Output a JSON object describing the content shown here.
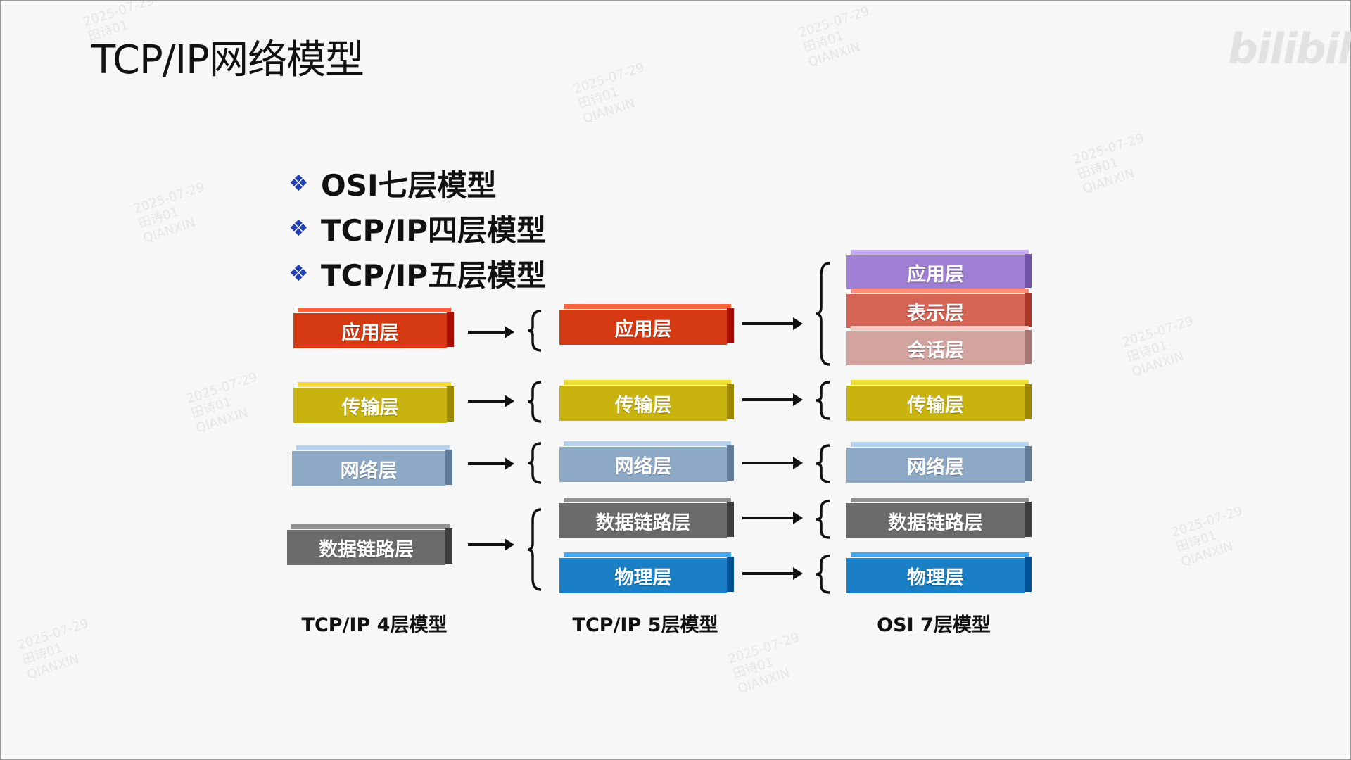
{
  "slide": {
    "title": "TCP/IP网络模型",
    "logo": "bilibili"
  },
  "bullets": [
    {
      "icon": "❖",
      "text": "OSI七层模型"
    },
    {
      "icon": "❖",
      "text": "TCP/IP四层模型"
    },
    {
      "icon": "❖",
      "text": "TCP/IP五层模型"
    }
  ],
  "columns": {
    "tcp4": {
      "label": "TCP/IP 4层模型",
      "layers": [
        "应用层",
        "传输层",
        "网络层",
        "数据链路层"
      ]
    },
    "tcp5": {
      "label": "TCP/IP 5层模型",
      "layers": [
        "应用层",
        "传输层",
        "网络层",
        "数据链路层",
        "物理层"
      ]
    },
    "osi7": {
      "label": "OSI 7层模型",
      "layers": [
        "应用层",
        "表示层",
        "会话层",
        "传输层",
        "网络层",
        "数据链路层",
        "物理层"
      ]
    }
  },
  "watermark": {
    "date": "2025-07-29",
    "user": "田诗01",
    "org": "QIANXIN"
  },
  "colors": {
    "application": "#d63a12",
    "transport": "#c9b40f",
    "network": "#8ea9c6",
    "datalink": "#6b6b6b",
    "physical": "#1a7fc4",
    "presentation": "#d56455",
    "session": "#d3a3a0",
    "osi_application": "#9f7fd3"
  }
}
